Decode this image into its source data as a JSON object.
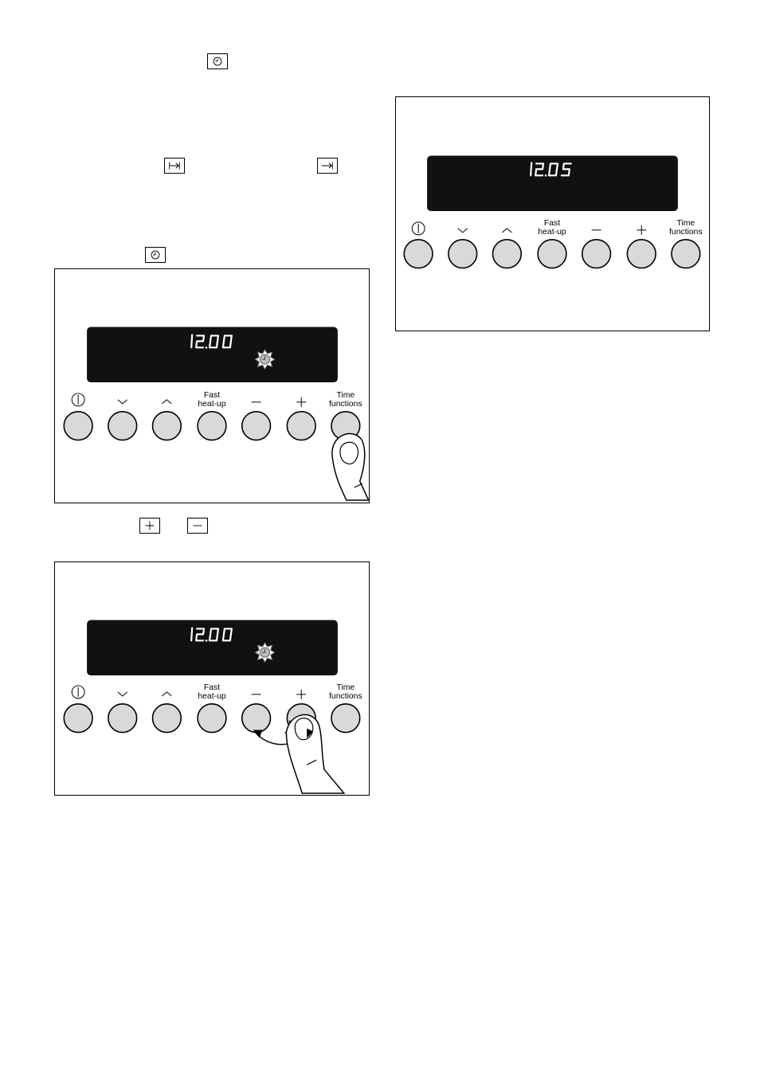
{
  "inline_icons": {
    "clock_top": "clock-icon",
    "start_time": "start-time-icon",
    "end_time": "end-time-icon",
    "clock_mid": "clock-icon",
    "plus": "plus-icon",
    "minus": "minus-icon"
  },
  "panel1": {
    "display_time": "12.00",
    "display_icon": "clock-blinking-icon",
    "gesture": "press-time-functions"
  },
  "panel2": {
    "display_time": "12.00",
    "display_icon": "clock-blinking-icon",
    "gesture": "press-minus-plus"
  },
  "panel3": {
    "display_time": "12.05"
  },
  "buttons": {
    "fast_line1": "Fast",
    "fast_line2": "heat-up",
    "time_line1": "Time",
    "time_line2": "functions"
  }
}
